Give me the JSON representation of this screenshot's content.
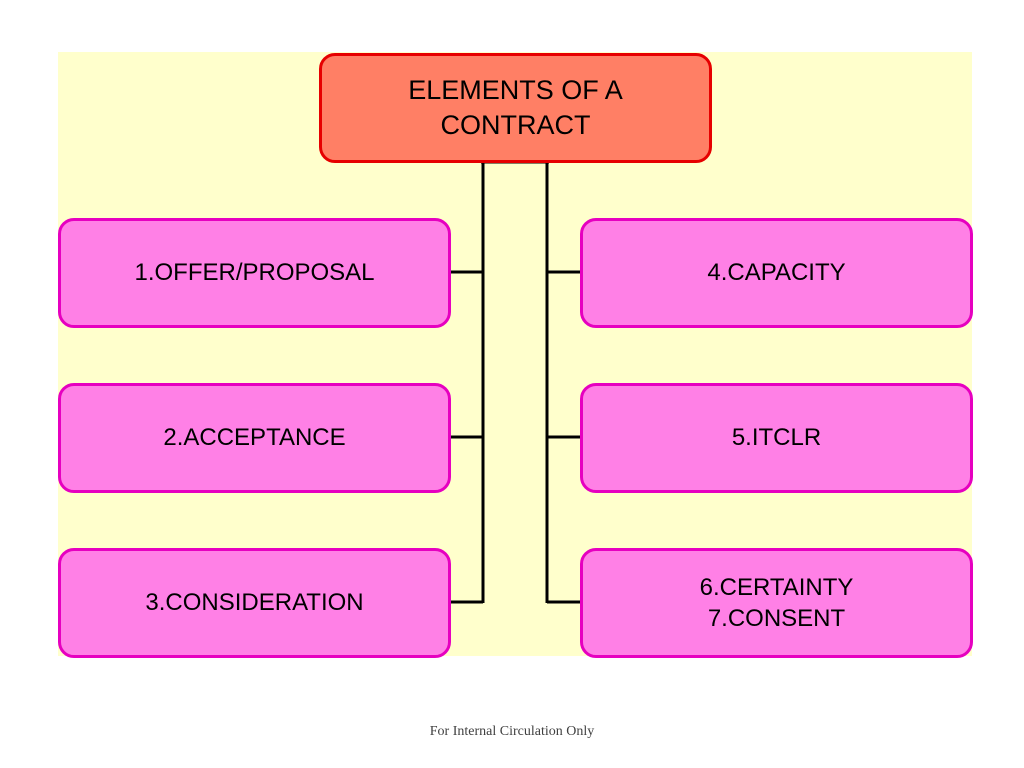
{
  "title": {
    "line1": "ELEMENTS OF A",
    "line2": "CONTRACT"
  },
  "left_items": [
    {
      "label": "1.OFFER/PROPOSAL"
    },
    {
      "label": "2.ACCEPTANCE"
    },
    {
      "label": "3.CONSIDERATION"
    }
  ],
  "right_items": [
    {
      "label": "4.CAPACITY"
    },
    {
      "label": "5.ITCLR"
    },
    {
      "line1": "6.CERTAINTY",
      "line2": "7.CONSENT"
    }
  ],
  "footer": "For Internal Circulation Only",
  "colors": {
    "panel_background": "#ffffcc",
    "title_fill": "#ff7f65",
    "title_border": "#e60000",
    "item_fill": "#ff80e6",
    "item_border": "#e600c0",
    "connector": "#000000"
  }
}
